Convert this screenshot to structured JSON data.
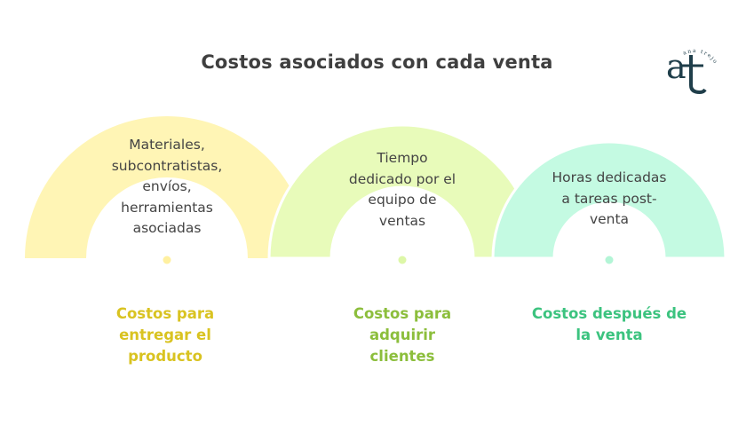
{
  "title": "Costos asociados con cada venta",
  "logo": {
    "mark": "at",
    "tagline": "ana trejo",
    "color": "#1f3e4a"
  },
  "stages": [
    {
      "description_lines": [
        "Materiales,",
        "subcontratistas,",
        "envíos,",
        "herramientas",
        "asociadas"
      ],
      "label_lines": [
        "Costos para",
        "entregar el",
        "producto"
      ],
      "arch_color": "#FFF5B5",
      "label_color": "#D9C321"
    },
    {
      "description_lines": [
        "Tiempo",
        "dedicado por el",
        "equipo de",
        "ventas"
      ],
      "label_lines": [
        "Costos para",
        "adquirir",
        "clientes"
      ],
      "arch_color": "#E8FBBA",
      "label_color": "#8CBE3C"
    },
    {
      "description_lines": [
        "Horas dedicadas",
        "a tareas post-",
        "venta"
      ],
      "label_lines": [
        "Costos después de",
        "la venta"
      ],
      "arch_color": "#C4FAE2",
      "label_color": "#3CC37F"
    }
  ]
}
